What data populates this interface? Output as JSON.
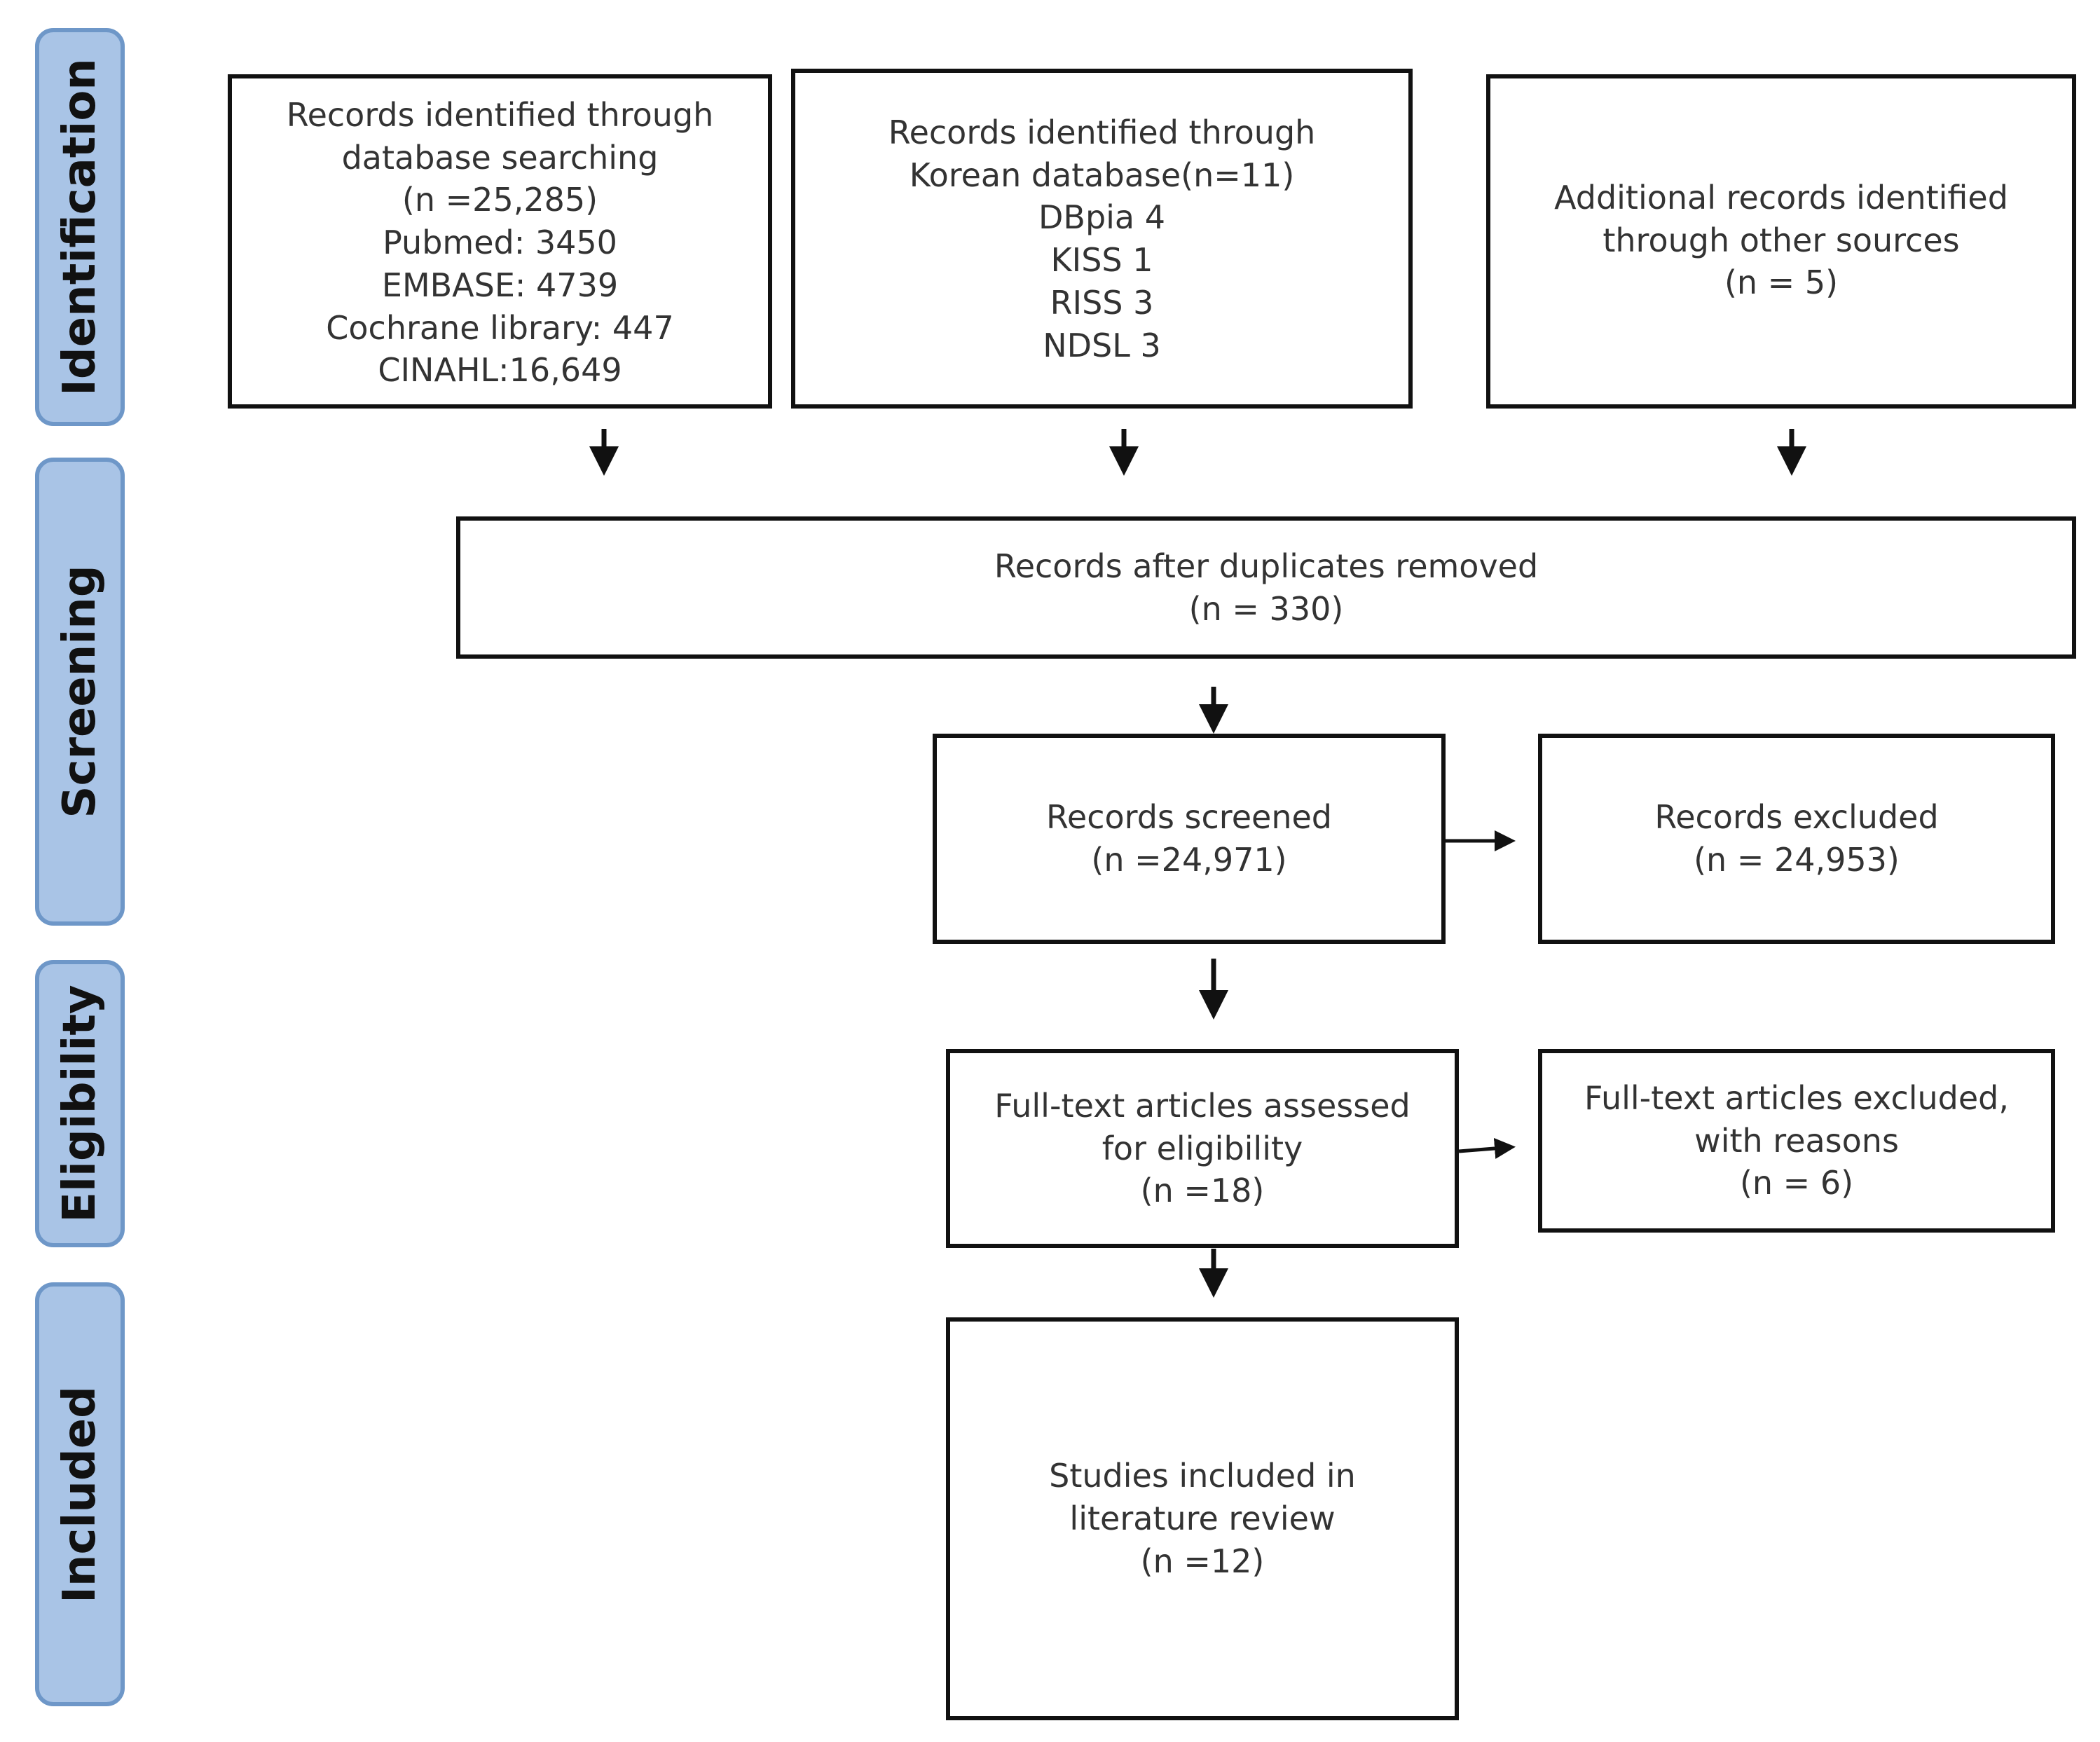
{
  "stages": {
    "identification": "Identification",
    "screening": "Screening",
    "eligibility": "Eligibility",
    "included": "Included"
  },
  "boxes": {
    "database_search": {
      "lines": [
        "Records identified through",
        "database searching",
        "(n =25,285)",
        "Pubmed: 3450",
        "EMBASE: 4739",
        "Cochrane library: 447",
        "CINAHL:16,649"
      ]
    },
    "korean_database": {
      "lines": [
        "Records identified through",
        "Korean database(n=11)",
        "DBpia 4",
        "KISS 1",
        "RISS 3",
        "NDSL 3"
      ]
    },
    "other_sources": {
      "lines": [
        "Additional records identified",
        "through other sources",
        "(n = 5)"
      ]
    },
    "duplicates_removed": {
      "lines": [
        "Records after duplicates removed",
        "(n = 330)"
      ]
    },
    "records_screened": {
      "lines": [
        "Records screened",
        "(n =24,971)"
      ]
    },
    "records_excluded": {
      "lines": [
        "Records excluded",
        "(n = 24,953)"
      ]
    },
    "fulltext_assessed": {
      "lines": [
        "Full-text articles assessed",
        "for eligibility",
        "(n =18)"
      ]
    },
    "fulltext_excluded": {
      "lines": [
        "Full-text articles excluded,",
        "with reasons",
        "(n = 6)"
      ]
    },
    "studies_included": {
      "lines": [
        "Studies included in",
        "literature review",
        "(n =12)"
      ]
    }
  },
  "colors": {
    "stage_fill": "#a9c4e6",
    "stage_border": "#6e97c8",
    "box_border": "#111111",
    "text": "#333333"
  }
}
